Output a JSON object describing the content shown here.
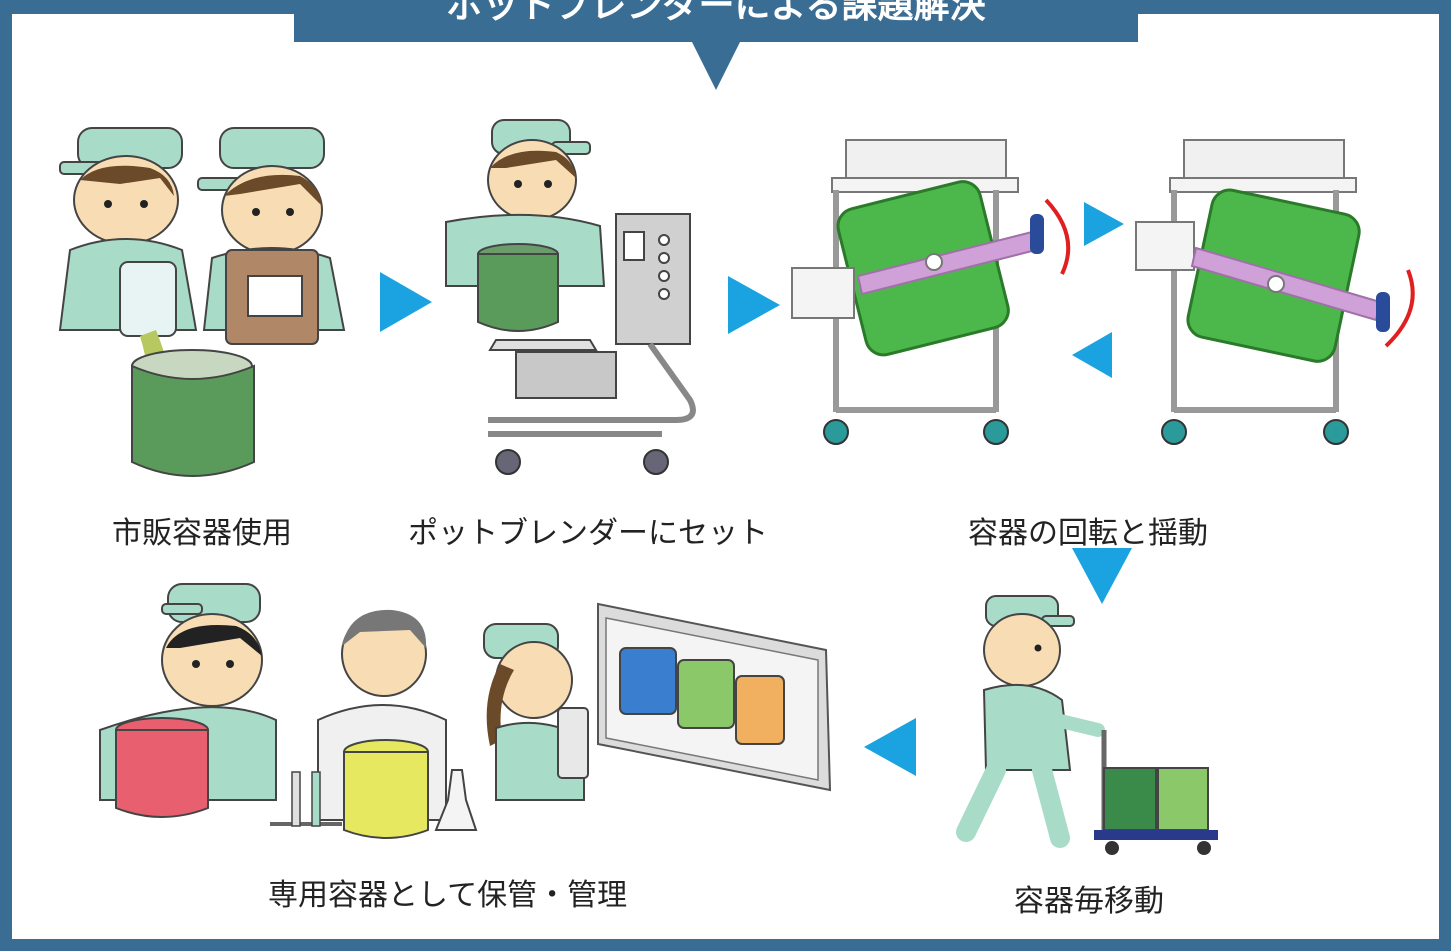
{
  "banner": {
    "title": "ポットブレンダーによる課題解決"
  },
  "steps": [
    {
      "label": "市販容器使用"
    },
    {
      "label": "ポットブレンダーにセット"
    },
    {
      "label": "容器の回転と揺動"
    },
    {
      "label": "容器毎移動"
    },
    {
      "label": "専用容器として保管・管理"
    }
  ],
  "colors": {
    "frame": "#3a6d94",
    "arrow": "#1aa3e0",
    "uniform": "#a8dcc8",
    "skin": "#f8dcb4",
    "container_green": "#5a9a5a",
    "blender_green": "#4cb84c",
    "red_container": "#e86070",
    "yellow_container": "#e6e860",
    "blue_container": "#3a7ed0",
    "orange_container": "#f0b060",
    "rotation_arrow": "#e02020",
    "arm_purple": "#d0a0d8"
  }
}
